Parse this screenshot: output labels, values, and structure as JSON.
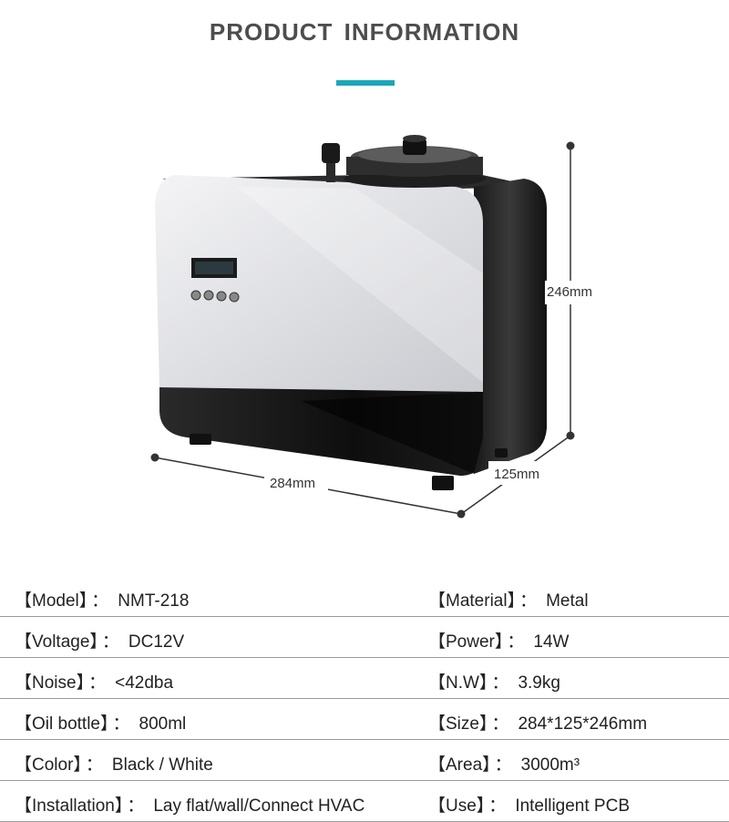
{
  "header": {
    "title": "PRODUCT  INFORMATION",
    "accent_color": "#1aa7b8"
  },
  "dimensions": {
    "width": "284mm",
    "depth": "125mm",
    "height": "246mm"
  },
  "specs": [
    {
      "left_label": "【Model】",
      "left_value": "NMT-218",
      "right_label": "【Material】",
      "right_value": "Metal"
    },
    {
      "left_label": "【Voltage】",
      "left_value": "DC12V",
      "right_label": "【Power】",
      "right_value": "14W"
    },
    {
      "left_label": "【Noise】",
      "left_value": "<42dba",
      "right_label": "【N.W】",
      "right_value": "3.9kg"
    },
    {
      "left_label": "【Oil bottle】",
      "left_value": "800ml",
      "right_label": "【Size】",
      "right_value": "284*125*246mm"
    },
    {
      "left_label": "【Color】",
      "left_value": "Black / White",
      "right_label": "【Area】",
      "right_value": "3000m³"
    },
    {
      "left_label": "【Installation】",
      "left_value": "Lay flat/wall/Connect HVAC",
      "right_label": "【Use】",
      "right_value": "Intelligent  PCB"
    }
  ],
  "separator": "："
}
